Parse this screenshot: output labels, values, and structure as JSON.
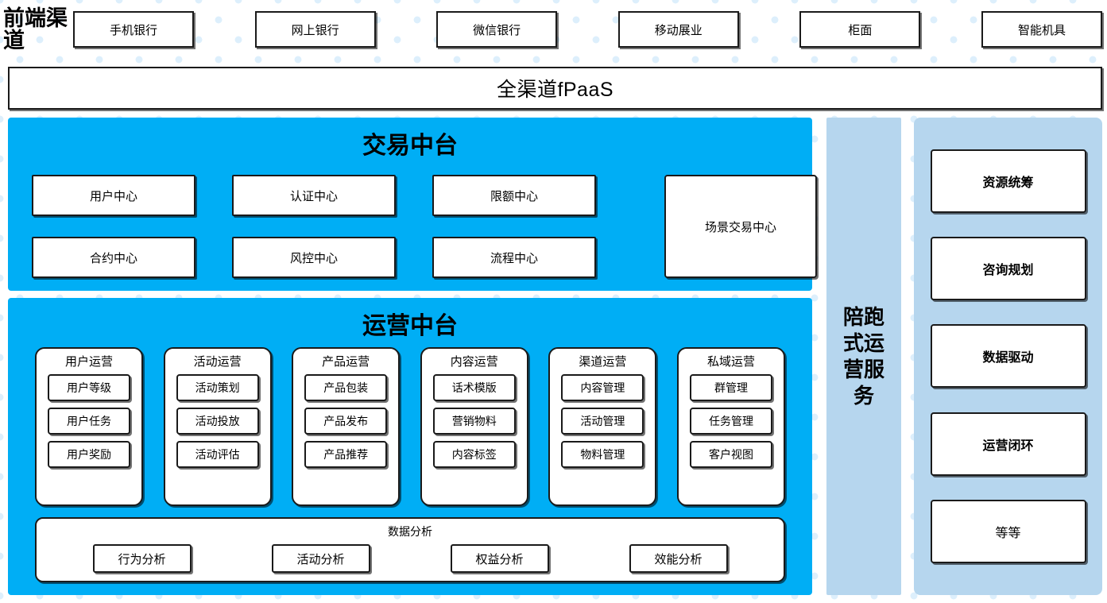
{
  "colors": {
    "cyan_panel": "#00aef5",
    "light_blue_panel": "#b6d6ee",
    "box_border": "#1a1a1a",
    "box_fill": "#ffffff",
    "background_dot": "#ddeffc"
  },
  "front_channels": {
    "label": "前端渠道",
    "items": [
      {
        "label": "手机银行"
      },
      {
        "label": "网上银行"
      },
      {
        "label": "微信银行"
      },
      {
        "label": "移动展业"
      },
      {
        "label": "柜面"
      },
      {
        "label": "智能机具"
      }
    ]
  },
  "platform_bar": {
    "label": "全渠道fPaaS"
  },
  "trade_center": {
    "title": "交易中台",
    "modules": [
      {
        "label": "用户中心"
      },
      {
        "label": "认证中心"
      },
      {
        "label": "限额中心"
      },
      {
        "label": "合约中心"
      },
      {
        "label": "风控中心"
      },
      {
        "label": "流程中心"
      }
    ],
    "scene_module": {
      "label": "场景交易中心"
    }
  },
  "ops_center": {
    "title": "运营中台",
    "groups": [
      {
        "title": "用户运营",
        "items": [
          "用户等级",
          "用户任务",
          "用户奖励"
        ]
      },
      {
        "title": "活动运营",
        "items": [
          "活动策划",
          "活动投放",
          "活动评估"
        ]
      },
      {
        "title": "产品运营",
        "items": [
          "产品包装",
          "产品发布",
          "产品推荐"
        ]
      },
      {
        "title": "内容运营",
        "items": [
          "话术模版",
          "营销物料",
          "内容标签"
        ]
      },
      {
        "title": "渠道运营",
        "items": [
          "内容管理",
          "活动管理",
          "物料管理"
        ]
      },
      {
        "title": "私域运营",
        "items": [
          "群管理",
          "任务管理",
          "客户视图"
        ]
      }
    ],
    "data_analysis": {
      "title": "数据分析",
      "items": [
        "行为分析",
        "活动分析",
        "权益分析",
        "效能分析"
      ]
    }
  },
  "service_bar": {
    "label": "陪跑式运营服务"
  },
  "right_column": {
    "cards": [
      {
        "label": "资源统筹",
        "bold": true
      },
      {
        "label": "咨询规划",
        "bold": true
      },
      {
        "label": "数据驱动",
        "bold": true
      },
      {
        "label": "运营闭环",
        "bold": true
      },
      {
        "label": "等等",
        "bold": false
      }
    ]
  }
}
